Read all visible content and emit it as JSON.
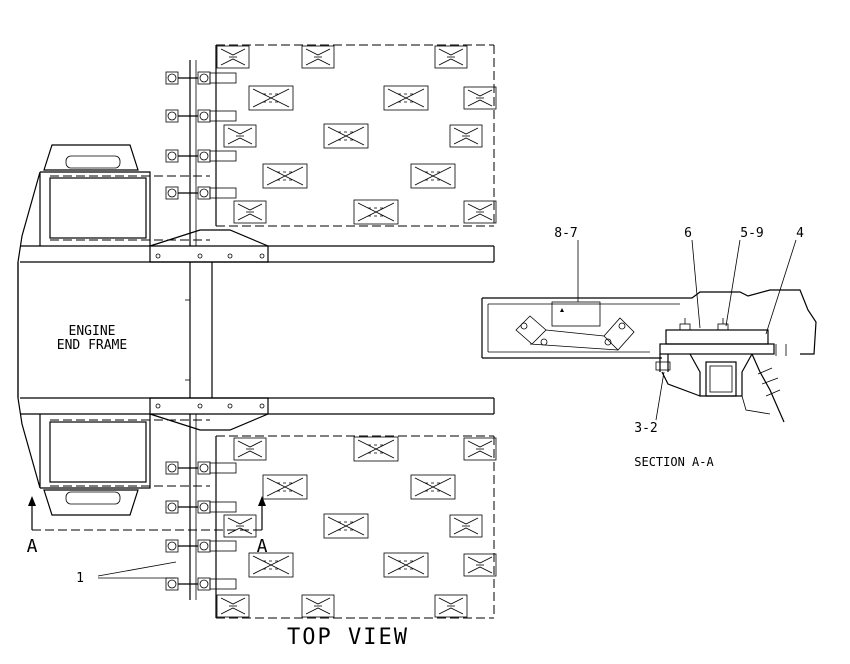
{
  "view_title": "TOP VIEW",
  "frame_label_line1": "ENGINE",
  "frame_label_line2": "END FRAME",
  "section_marker_left": "A",
  "section_marker_right": "A",
  "section_title": "SECTION A-A",
  "callouts": {
    "c1": "1",
    "c8_7": "8-7",
    "c6": "6",
    "c5_9": "5-9",
    "c4": "4",
    "c3_2": "3-2"
  }
}
